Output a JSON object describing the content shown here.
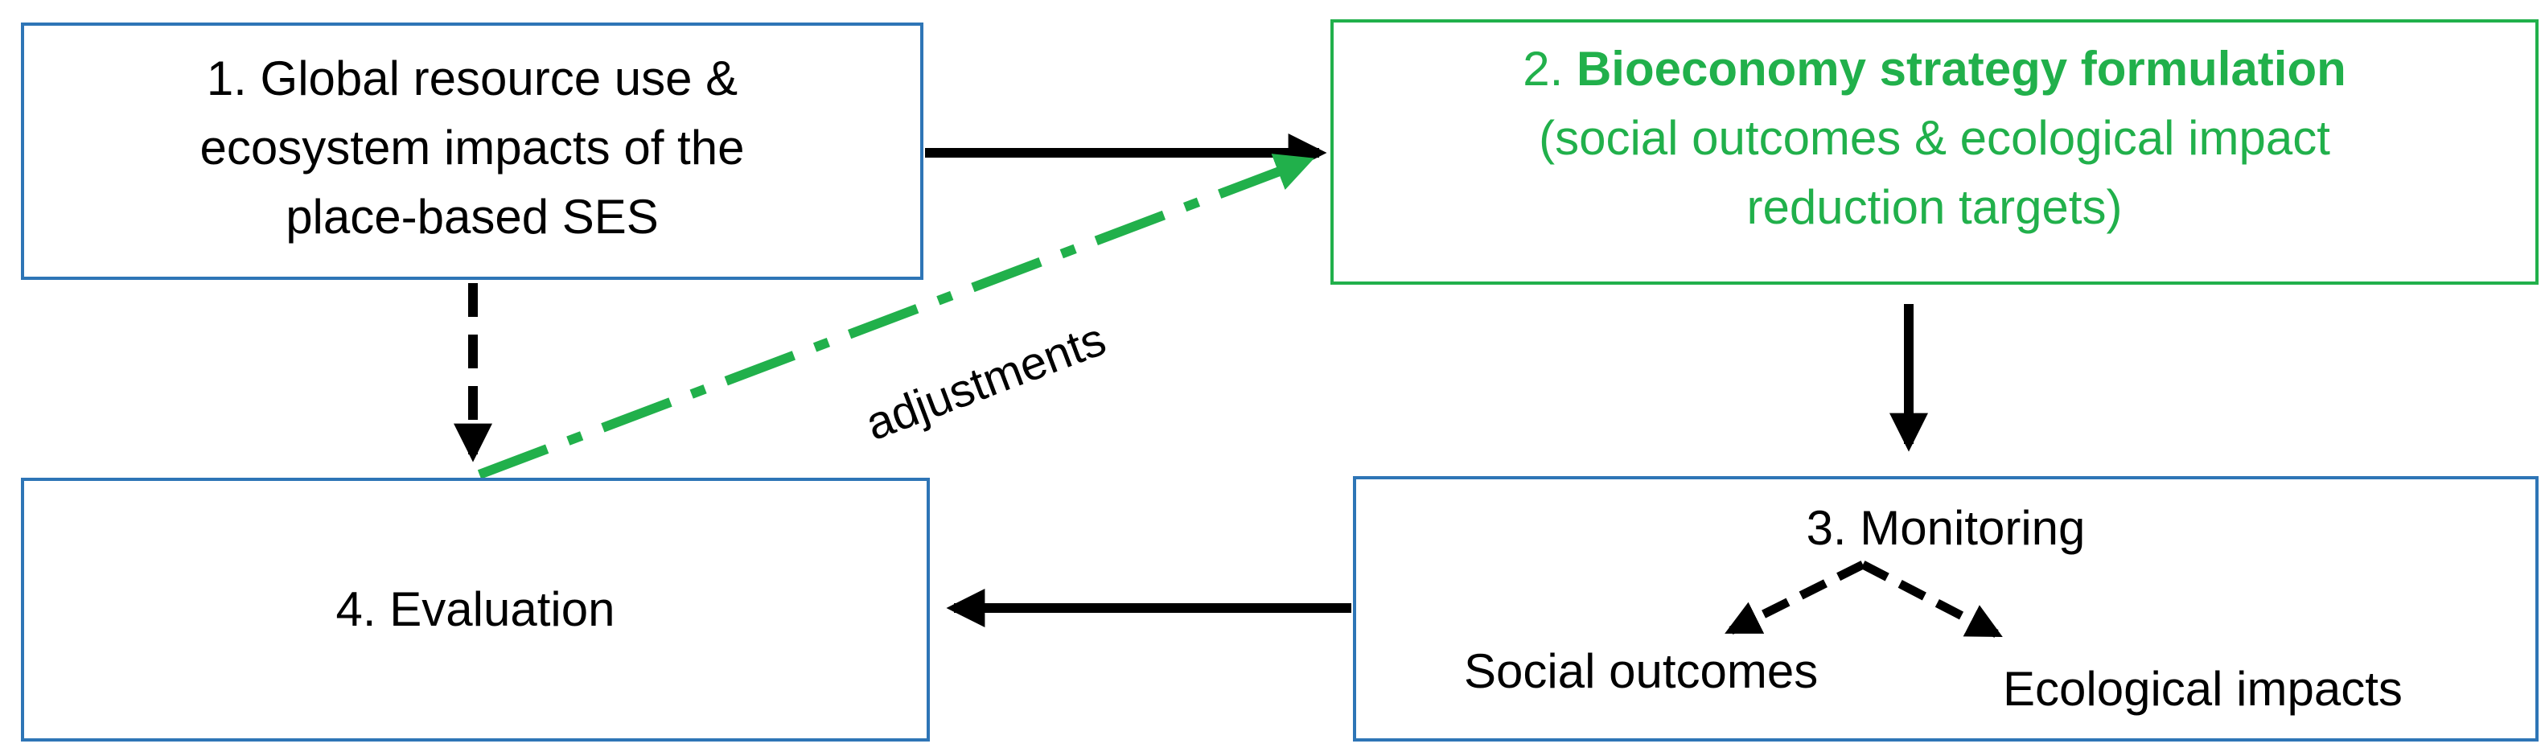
{
  "boxes": {
    "box1": {
      "lines": [
        "1. Global resource use &",
        "ecosystem impacts of the",
        "place-based SES"
      ]
    },
    "box2": {
      "number": "2. ",
      "title": "Bioeconomy strategy formulation",
      "lines": [
        "(social outcomes & ecological impact",
        "reduction targets)"
      ]
    },
    "box3": {
      "title": "3. Monitoring",
      "social": "Social outcomes",
      "ecological": "Ecological impacts"
    },
    "box4": {
      "title": "4. Evaluation"
    }
  },
  "connectors": {
    "adjustments": "adjustments"
  },
  "colors": {
    "blue_border": "#2e75b6",
    "green": "#21b04b",
    "black": "#000000"
  }
}
